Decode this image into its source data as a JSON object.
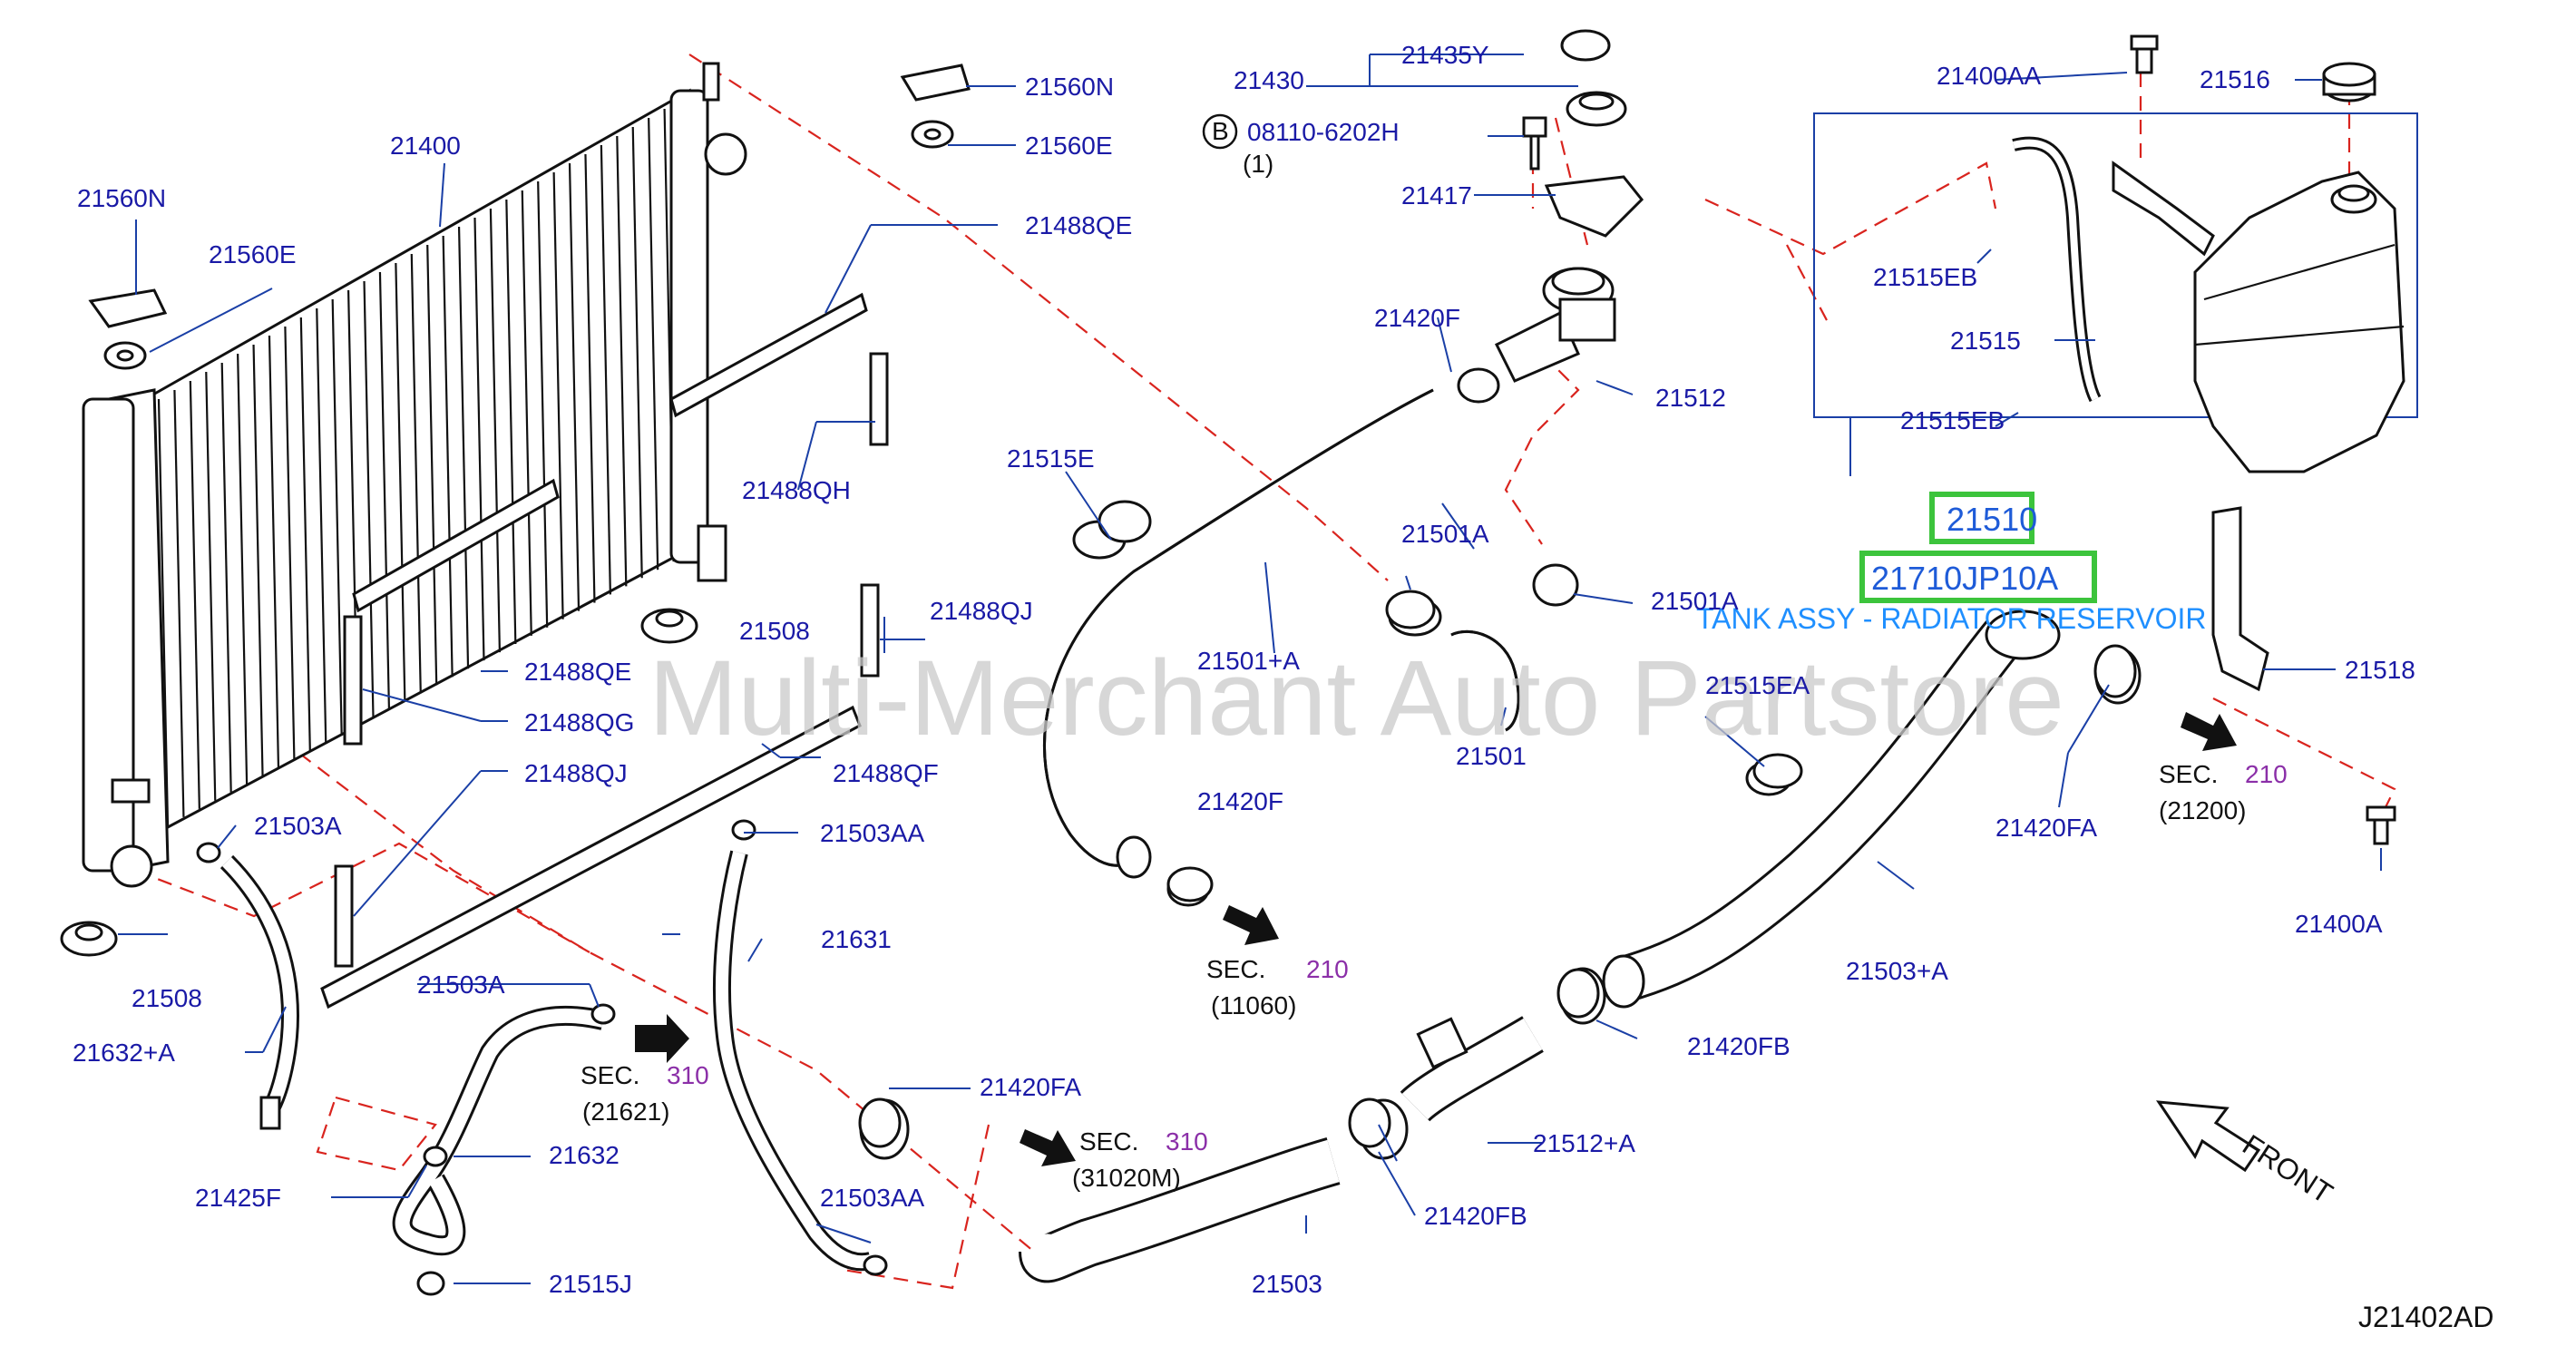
{
  "diagram_code": "J21402AD",
  "watermark": "Multi-Merchant Auto Partstore",
  "highlight": {
    "group_number": "21510",
    "part_number": "21710JP10A",
    "description": "TANK ASSY - RADIATOR RESERVOIR"
  },
  "front_label": "FRONT",
  "sections": [
    {
      "sec": "SEC.",
      "num": "210",
      "ref": "(11060)"
    },
    {
      "sec": "SEC.",
      "num": "310",
      "ref": "(21621)"
    },
    {
      "sec": "SEC.",
      "num": "310",
      "ref": "(31020M)"
    },
    {
      "sec": "SEC.",
      "num": "210",
      "ref": "(21200)"
    }
  ],
  "bolt_note": {
    "circle": "B",
    "number": "08110-6202H",
    "qty": "(1)"
  },
  "labels": {
    "p21400": "21400",
    "p21560N_a": "21560N",
    "p21560E_a": "21560E",
    "p21560N_b": "21560N",
    "p21560E_b": "21560E",
    "p21488QE_a": "21488QE",
    "p21488QH": "21488QH",
    "p21488QE_b": "21488QE",
    "p21488QG": "21488QG",
    "p21488QJ_a": "21488QJ",
    "p21488QJ_b": "21488QJ",
    "p21488QF": "21488QF",
    "p21508_a": "21508",
    "p21508_b": "21508",
    "p21503A_a": "21503A",
    "p21503A_b": "21503A",
    "p21503AA_a": "21503AA",
    "p21503AA_b": "21503AA",
    "p21632A": "21632+A",
    "p21631": "21631",
    "p21632": "21632",
    "p21425F": "21425F",
    "p21515J": "21515J",
    "p21430": "21430",
    "p21435Y": "21435Y",
    "p21417": "21417",
    "p21420F_a": "21420F",
    "p21420F_b": "21420F",
    "p21512": "21512",
    "p21515E": "21515E",
    "p21501A_a": "21501A",
    "p21501A_b": "21501A",
    "p21501A": "21501+A",
    "p21501": "21501",
    "p21420FA_a": "21420FA",
    "p21420FA_b": "21420FA",
    "p21503": "21503",
    "p21420FB_a": "21420FB",
    "p21420FB_b": "21420FB",
    "p21512A": "21512+A",
    "p21503A_long": "21503+A",
    "p21515EA": "21515EA",
    "p21400AA": "21400AA",
    "p21516": "21516",
    "p21515EB_a": "21515EB",
    "p21515EB_b": "21515EB",
    "p21515": "21515",
    "p21518": "21518",
    "p21400A": "21400A"
  },
  "colors": {
    "label": "#1a1aa6",
    "section_number": "#8b2fa8",
    "dashed_line": "#d9241e",
    "highlight_box": "#3cc43c",
    "tank_text": "#1f8fff"
  }
}
